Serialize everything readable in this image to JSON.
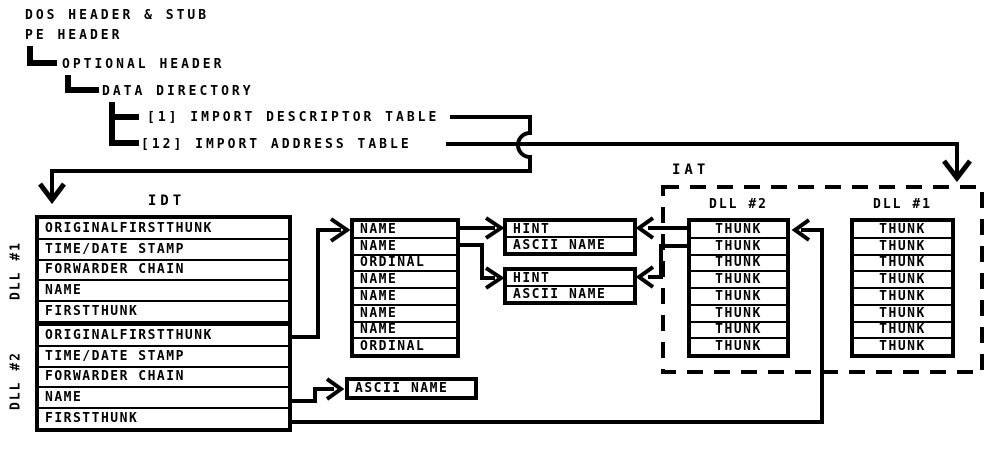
{
  "diagram_title": "PE header import tables diagram",
  "colors": {
    "ink": "#000000",
    "paper": "#ffffff"
  },
  "tree": {
    "dos_header": "DOS HEADER & STUB",
    "pe_header": "PE HEADER",
    "optional_header": "OPTIONAL HEADER",
    "data_directory": "DATA DIRECTORY",
    "import_descriptor_entry": "[1] IMPORT DESCRIPTOR TABLE",
    "import_address_entry": "[12] IMPORT ADDRESS TABLE"
  },
  "idt": {
    "title": "IDT",
    "dll1_label": "DLL #1",
    "dll2_label": "DLL #2",
    "dll1_rows": [
      "ORIGINALFIRSTTHUNK",
      "TIME/DATE STAMP",
      "FORWARDER CHAIN",
      "NAME",
      "FIRSTTHUNK"
    ],
    "dll2_rows": [
      "ORIGINALFIRSTTHUNK",
      "TIME/DATE STAMP",
      "FORWARDER CHAIN",
      "NAME",
      "FIRSTTHUNK"
    ]
  },
  "name_ordinal_table": {
    "rows": [
      "NAME",
      "NAME",
      "ORDINAL",
      "NAME",
      "NAME",
      "NAME",
      "NAME",
      "ORDINAL"
    ]
  },
  "hint_tables": [
    {
      "rows": [
        "HINT",
        "ASCII NAME"
      ]
    },
    {
      "rows": [
        "HINT",
        "ASCII NAME"
      ]
    }
  ],
  "ascii_name_box": {
    "label": "ASCII NAME"
  },
  "iat": {
    "title": "IAT",
    "dll2": {
      "title": "DLL #2",
      "rows": [
        "THUNK",
        "THUNK",
        "THUNK",
        "THUNK",
        "THUNK",
        "THUNK",
        "THUNK",
        "THUNK"
      ]
    },
    "dll1": {
      "title": "DLL #1",
      "rows": [
        "THUNK",
        "THUNK",
        "THUNK",
        "THUNK",
        "THUNK",
        "THUNK",
        "THUNK",
        "THUNK"
      ]
    }
  }
}
